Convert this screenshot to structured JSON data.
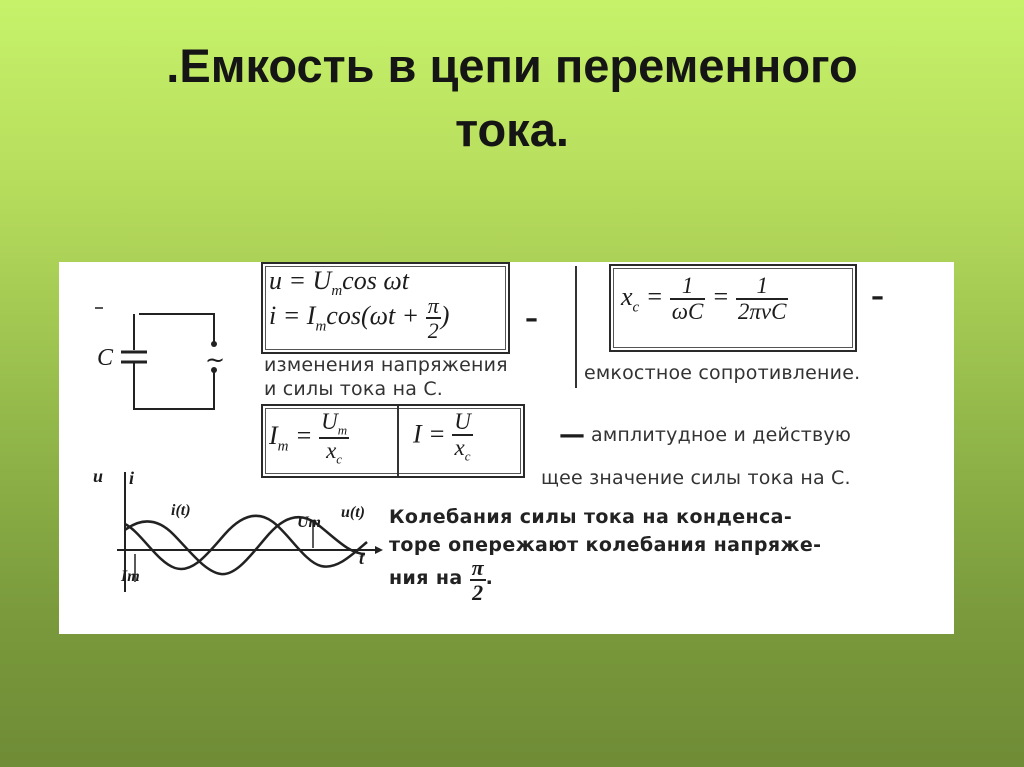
{
  "title": {
    "line1": ".Емкость в цепи переменного",
    "line2": "тока."
  },
  "circuit": {
    "capacitor_label": "C",
    "source_symbol": "~"
  },
  "equations": {
    "u_eq": "u = Umcos ωt",
    "u_lhs": "u = U",
    "u_sub": "m",
    "u_rhs": "cos ωt",
    "i_lhs": "i = I",
    "i_sub": "m",
    "i_rhs": "cos(ωt + ",
    "i_pi": "π",
    "i_two": "2",
    "i_close": ")",
    "dash": "–",
    "caption1": "изменения напряжения",
    "caption2": "и силы тока на С."
  },
  "reactance": {
    "lhs": "x",
    "sub": "c",
    "eq": " = ",
    "f1_num": "1",
    "f1_den": "ωC",
    "f2_num": "1",
    "f2_den": "2πνC",
    "dash": "–",
    "caption": "емкостное сопротивление."
  },
  "amplitude": {
    "im_lhs": "I",
    "im_sub": "m",
    "eq": " = ",
    "um_num": "U",
    "um_sub": "m",
    "xc_den": "x",
    "xc_sub": "c",
    "i_lhs": "I = ",
    "u_num": "U",
    "dash": "—",
    "caption1": "амплитудное и действую",
    "caption2": "щее значение силы тока на С."
  },
  "graph": {
    "axis_u": "u",
    "axis_i": "i",
    "label_i_t": "i(t)",
    "label_u_t": "u(t)",
    "label_um": "Um",
    "label_im": "Im",
    "axis_t": "t"
  },
  "conclusion": {
    "line1": "Колебания силы тока на конденса-",
    "line2": "торе опережают колебания напряже-",
    "line3_prefix": "ния на ",
    "pi": "π",
    "two": "2",
    "period": "."
  }
}
